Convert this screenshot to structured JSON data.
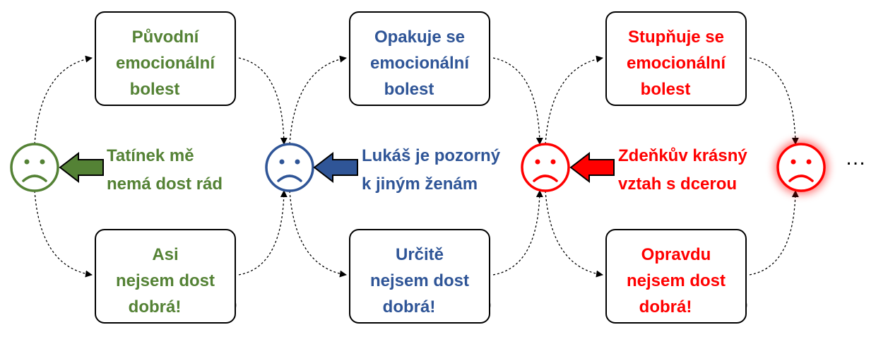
{
  "colors": {
    "green": "#548235",
    "blue": "#2F5597",
    "red": "#FF0000",
    "lightning": "#FFC000",
    "cloud": "#A6A6A6"
  },
  "stages": [
    {
      "pain_lines": [
        "Původní",
        "emocionální",
        "bolest"
      ],
      "thought_lines": [
        "Asi",
        "nejsem dost",
        "dobrá!"
      ],
      "cause_lines": [
        "Tatínek mě",
        "nemá dost rád"
      ],
      "color": "#548235"
    },
    {
      "pain_lines": [
        "Opakuje se",
        "emocionální",
        "bolest"
      ],
      "thought_lines": [
        "Určitě",
        "nejsem dost",
        "dobrá!"
      ],
      "cause_lines": [
        "Lukáš je pozorný",
        "k jiným ženám"
      ],
      "color": "#2F5597"
    },
    {
      "pain_lines": [
        "Stupňuje se",
        "emocionální",
        "bolest"
      ],
      "thought_lines": [
        "Opravdu",
        "nejsem dost",
        "dobrá!"
      ],
      "cause_lines": [
        "Zdeňkův krásný",
        "vztah s dcerou"
      ],
      "color": "#FF0000"
    }
  ],
  "continuation": "…",
  "icons": {
    "face": "sad-face-icon",
    "pain": "lightning-icon",
    "thought": "cloud-icon",
    "cause": "arrow-left-icon"
  }
}
